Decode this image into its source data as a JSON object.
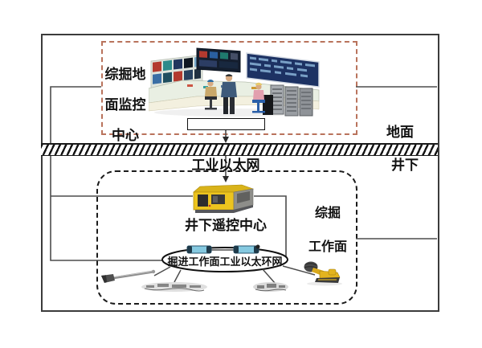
{
  "diagram": {
    "surface_box": {
      "label_lines": [
        "综掘地",
        "面监控",
        "中心"
      ]
    },
    "labels": {
      "ground": "地面",
      "industrial_ethernet": "工业以太网",
      "underground": "井下",
      "remote_center": "井下遥控中心",
      "working_face_line1": "综掘",
      "working_face_line2": "工作面",
      "ring_network": "掘进工作面工业以太环网"
    },
    "icons": {
      "control_room": "control-room-image",
      "surface_switch": "surface-switch-box",
      "remote_station": "remote-control-station-image",
      "ethernet_switch_left": "ethernet-switch-icon",
      "ethernet_switch_right": "ethernet-switch-icon",
      "drill_tool": "drill-tool-image",
      "equipment_left": "mining-equipment-image",
      "equipment_right": "mining-equipment-image",
      "roadheader": "roadheader-image"
    },
    "colors": {
      "surface_box_border": "#b9735c",
      "underground_box_border": "#1b1b1b",
      "outer_border": "#3c3c3c",
      "connector": "#4d4d4d",
      "machine_yellow": "#e9c321",
      "switch_blue": "#85c9e0"
    }
  }
}
